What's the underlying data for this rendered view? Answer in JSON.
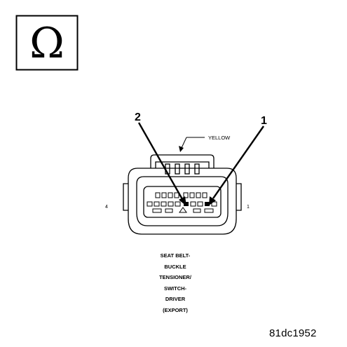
{
  "symbol": {
    "icon": "ohm-icon",
    "glyph": "Ω"
  },
  "callouts": {
    "pin_2": "2",
    "pin_1": "1"
  },
  "wire_color": "YELLOW",
  "cavity_labels": {
    "left": "4",
    "right": "1"
  },
  "caption_lines": [
    "SEAT BELT-",
    "BUCKLE",
    "TENSIONER/",
    "SWITCH-",
    "DRIVER",
    "(EXPORT)"
  ],
  "figure_id": "81dc1952"
}
